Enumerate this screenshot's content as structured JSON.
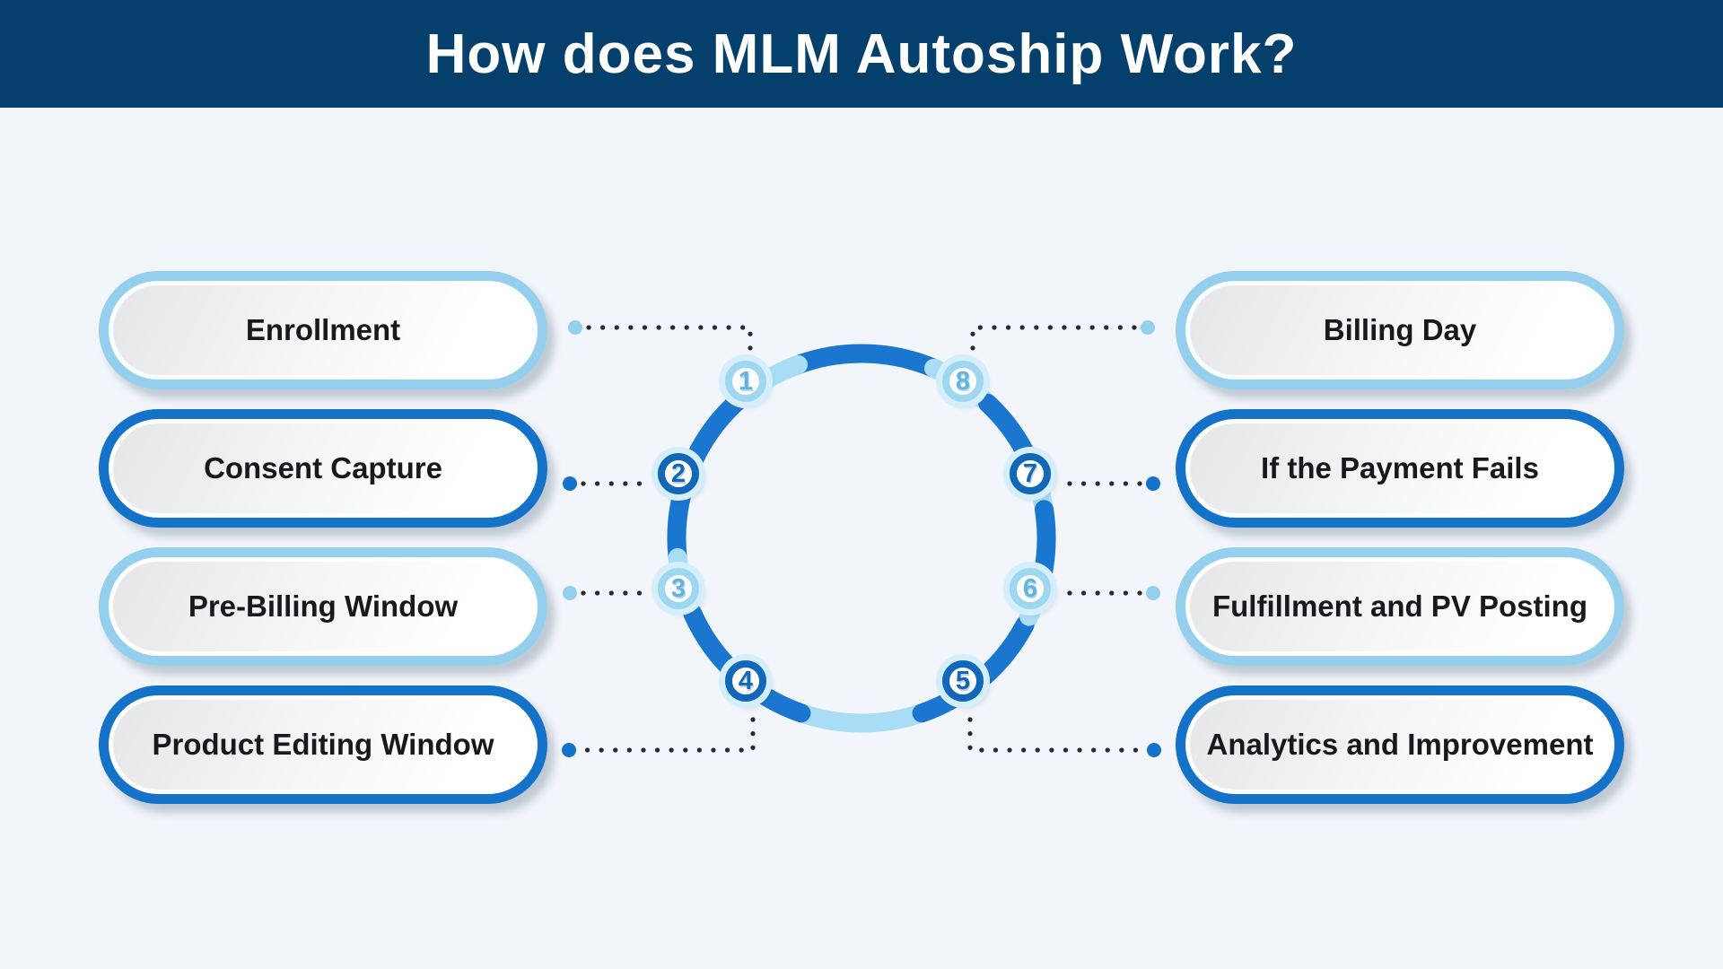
{
  "title": "How does MLM Autoship Work?",
  "colors": {
    "header_bg": "#04406b",
    "page_bg": "#f2f5fa",
    "title_text": "#ffffff",
    "pill_text": "#17191c",
    "light_blue_border": "#94d0ee",
    "light_blue_ring": "#a9ddf6",
    "light_blue_number": "#5fb4e1",
    "dark_blue_border": "#1472c8",
    "dark_blue_ring": "#1b76cf",
    "dark_blue_number": "#1267b8",
    "connector_dot": "#262b31",
    "node_halo": "#d5eefb"
  },
  "steps": [
    {
      "number": "1",
      "label": "Enrollment",
      "side": "left",
      "row": 0,
      "style": "light"
    },
    {
      "number": "2",
      "label": "Consent Capture",
      "side": "left",
      "row": 1,
      "style": "dark"
    },
    {
      "number": "3",
      "label": "Pre-Billing Window",
      "side": "left",
      "row": 2,
      "style": "light"
    },
    {
      "number": "4",
      "label": "Product Editing Window",
      "side": "left",
      "row": 3,
      "style": "dark"
    },
    {
      "number": "5",
      "label": "Analytics and Improvement",
      "side": "right",
      "row": 3,
      "style": "dark"
    },
    {
      "number": "6",
      "label": "Fulfillment and PV Posting",
      "side": "right",
      "row": 2,
      "style": "light"
    },
    {
      "number": "7",
      "label": "If the Payment Fails",
      "side": "right",
      "row": 1,
      "style": "dark"
    },
    {
      "number": "8",
      "label": "Billing Day",
      "side": "right",
      "row": 0,
      "style": "light"
    }
  ]
}
